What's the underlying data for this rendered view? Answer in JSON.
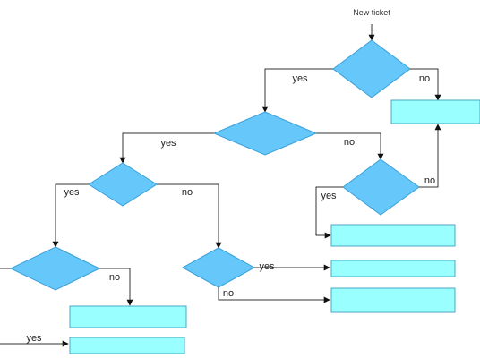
{
  "start_label": "New ticket",
  "edge_labels": {
    "d1_yes": "yes",
    "d1_no": "no",
    "d2_yes": "yes",
    "d2_no": "no",
    "d3_yes": "yes",
    "d3_no": "no",
    "d4_no": "no",
    "d5_no": "no",
    "d6_yes": "yes",
    "d6_no": "no",
    "d7_yes": "yes",
    "bottom_yes": "yes"
  },
  "colors": {
    "decision_fill": "#66c7fa",
    "decision_stroke": "#3aa0d8",
    "process_fill": "#99ffff",
    "process_stroke": "#4aa8c4",
    "line": "#333333"
  }
}
